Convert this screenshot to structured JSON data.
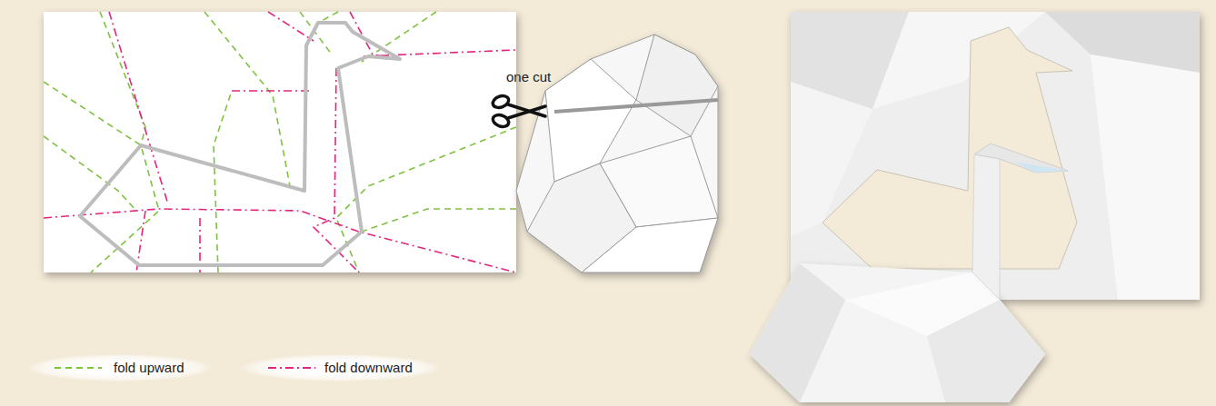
{
  "diagram": {
    "labels": [
      "one cut"
    ],
    "legend": [
      {
        "text": "fold upward"
      },
      {
        "text": "fold downward"
      }
    ]
  }
}
